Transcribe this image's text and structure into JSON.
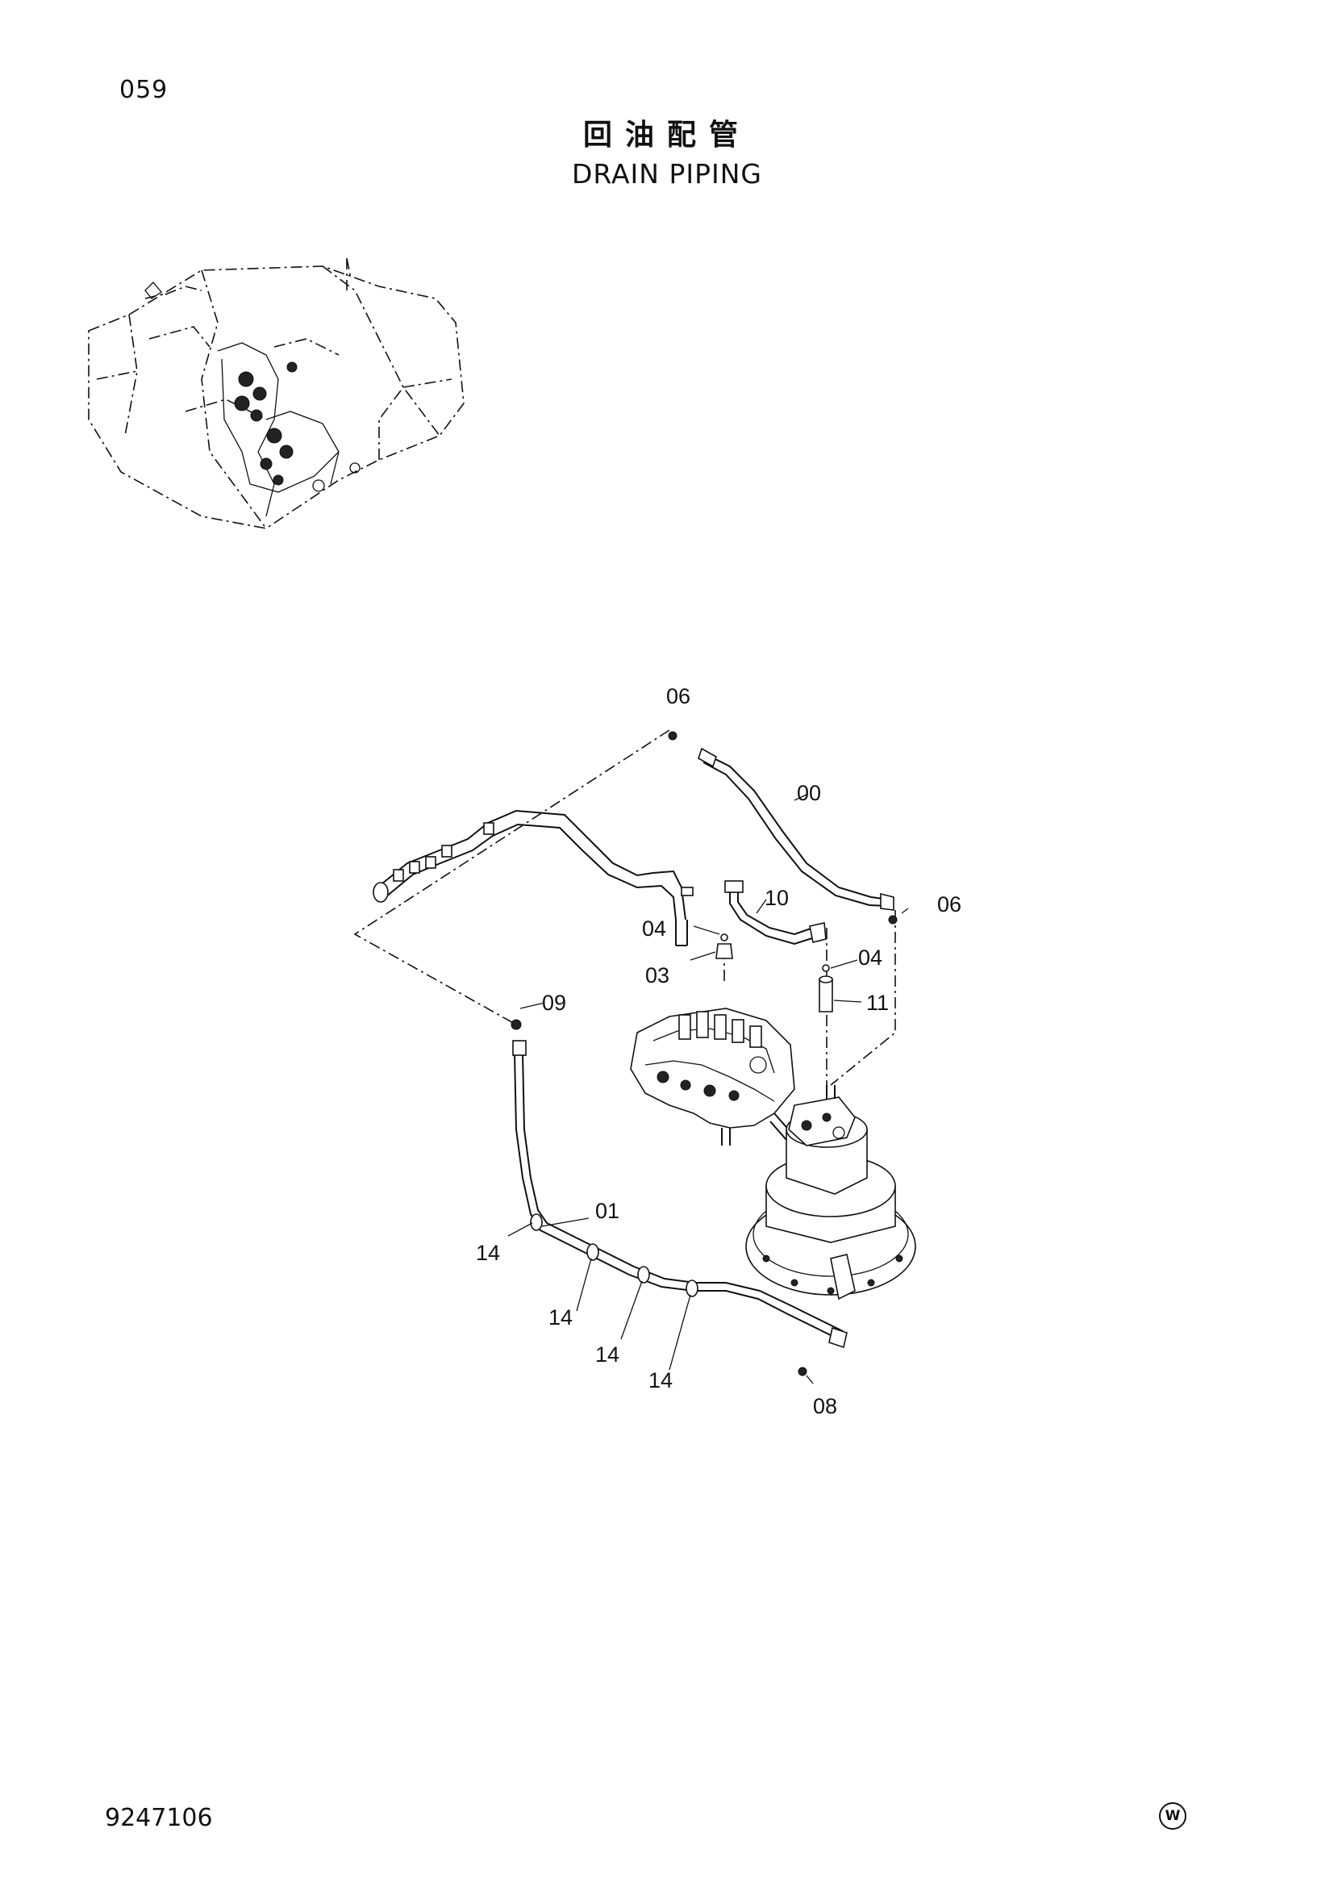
{
  "page_number": "059",
  "title_cn": "回油配管",
  "title_en": "DRAIN PIPING",
  "doc_code": "9247106",
  "corner_mark": "W",
  "callouts": {
    "c06_top": "06",
    "c00": "00",
    "c10": "10",
    "c06_right": "06",
    "c04_left": "04",
    "c04_right": "04",
    "c03": "03",
    "c11": "11",
    "c09": "09",
    "c01": "01",
    "c14_a": "14",
    "c14_b": "14",
    "c14_c": "14",
    "c14_d": "14",
    "c08": "08"
  }
}
